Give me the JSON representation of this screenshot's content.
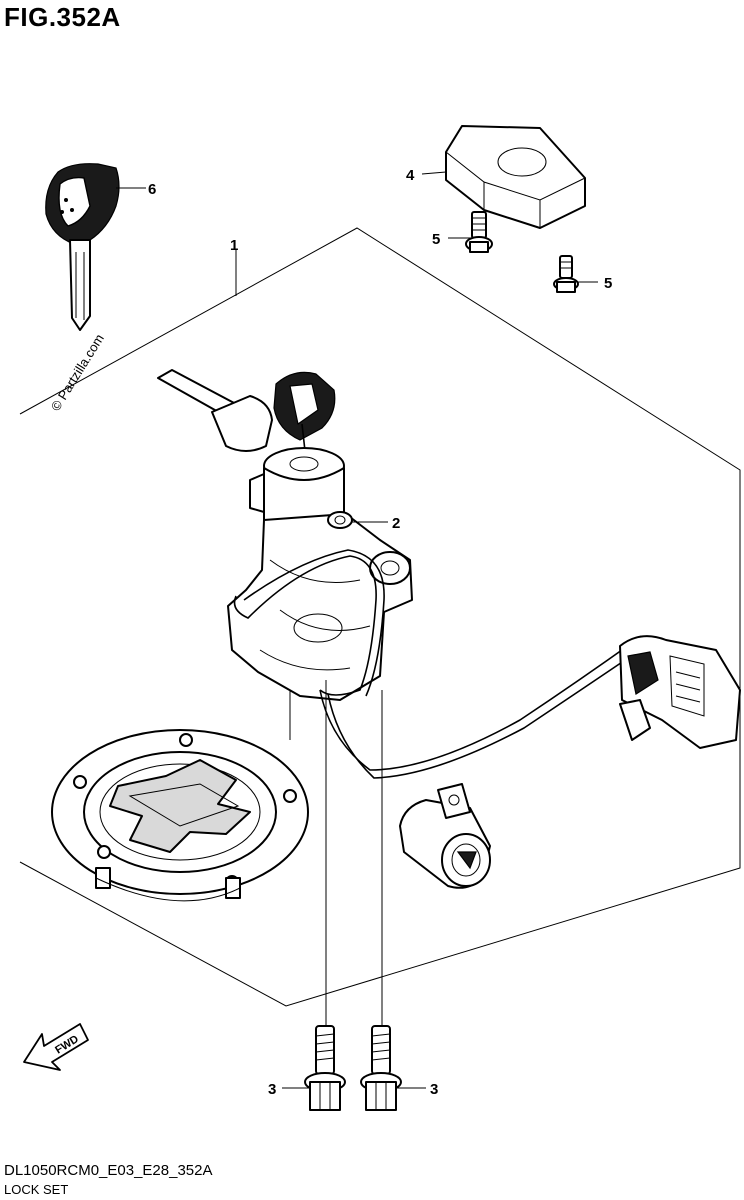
{
  "figure": {
    "title": "FIG.352A",
    "code": "DL1050RCM0_E03_E28_352A",
    "name": "LOCK SET"
  },
  "watermark": "© Partzilla.com",
  "direction_label": "FWD",
  "callouts": [
    {
      "id": "1",
      "label": "1"
    },
    {
      "id": "2",
      "label": "2"
    },
    {
      "id": "3a",
      "label": "3"
    },
    {
      "id": "3b",
      "label": "3"
    },
    {
      "id": "4",
      "label": "4"
    },
    {
      "id": "5a",
      "label": "5"
    },
    {
      "id": "5b",
      "label": "5"
    },
    {
      "id": "6",
      "label": "6"
    }
  ]
}
